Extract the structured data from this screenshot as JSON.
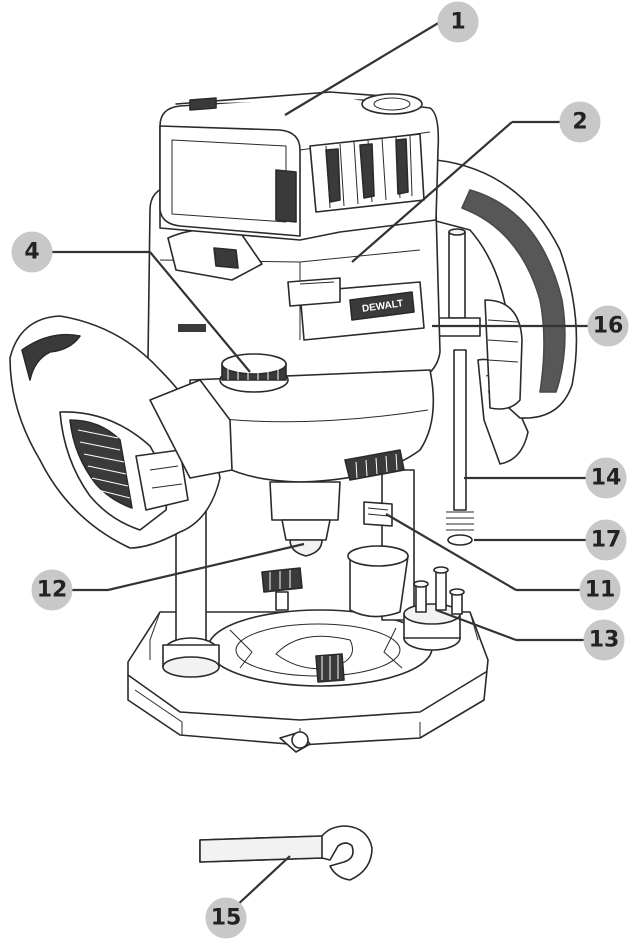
{
  "figure": {
    "callouts": [
      {
        "id": "c1",
        "label": "1"
      },
      {
        "id": "c2",
        "label": "2"
      },
      {
        "id": "c4",
        "label": "4"
      },
      {
        "id": "c16",
        "label": "16"
      },
      {
        "id": "c14",
        "label": "14"
      },
      {
        "id": "c17",
        "label": "17"
      },
      {
        "id": "c12",
        "label": "12"
      },
      {
        "id": "c11",
        "label": "11"
      },
      {
        "id": "c13",
        "label": "13"
      },
      {
        "id": "c15",
        "label": "15"
      }
    ],
    "brand_plate": "DEWALT"
  },
  "colors": {
    "line": "#2a2a2a",
    "callout_circle": "#c8c8c8",
    "callout_text": "#222222"
  }
}
